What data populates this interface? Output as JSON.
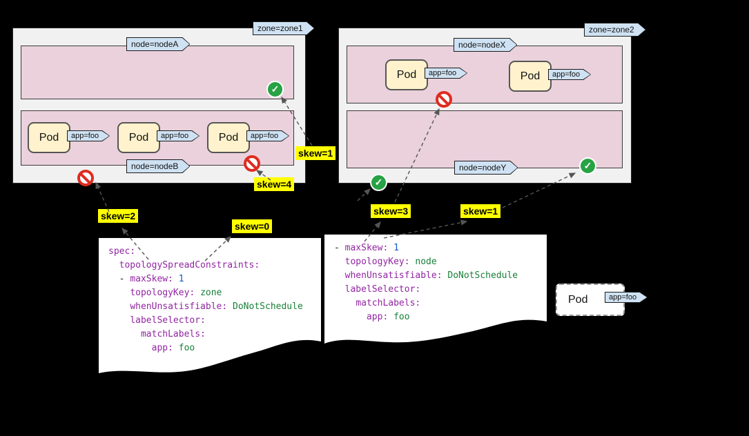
{
  "zones": [
    {
      "label": "zone=zone1"
    },
    {
      "label": "zone=zone2"
    }
  ],
  "node_labels": [
    "node=nodeA",
    "node=nodeB",
    "node=nodeX",
    "node=nodeY"
  ],
  "pod": {
    "label": "Pod",
    "tag": "app=foo"
  },
  "incoming_pod": {
    "label": "Pod",
    "tag": "app=foo"
  },
  "skew_labels": [
    "skew=1",
    "skew=4",
    "skew=2",
    "skew=0",
    "skew=3",
    "skew=1"
  ],
  "icons": {
    "allowed_glyph": "✓",
    "allowed_name": "check-circle",
    "forbidden_name": "no-entry"
  },
  "colors": {
    "background": "#000000",
    "zone_bg": "#f1f1f1",
    "node_bg": "#ead1dc",
    "pod_bg": "#fff2cc",
    "tag_bg": "#cfe2f3",
    "skew_bg": "#ffff00",
    "allowed_green": "#27a244",
    "forbidden_red": "#e02b20",
    "code_key": "#9125a1",
    "code_num": "#1155cc",
    "code_str": "#188038",
    "code_plain": "#1a1a1a"
  },
  "code_blocks": [
    {
      "lines": [
        [
          {
            "t": "spec:",
            "c": "key"
          }
        ],
        [
          {
            "t": "  ",
            "c": "plain"
          },
          {
            "t": "topologySpreadConstraints:",
            "c": "key"
          }
        ],
        [
          {
            "t": "  - ",
            "c": "plain"
          },
          {
            "t": "maxSkew:",
            "c": "key"
          },
          {
            "t": " ",
            "c": "plain"
          },
          {
            "t": "1",
            "c": "num"
          }
        ],
        [
          {
            "t": "    ",
            "c": "plain"
          },
          {
            "t": "topologyKey:",
            "c": "key"
          },
          {
            "t": " ",
            "c": "plain"
          },
          {
            "t": "zone",
            "c": "str"
          }
        ],
        [
          {
            "t": "    ",
            "c": "plain"
          },
          {
            "t": "whenUnsatisfiable:",
            "c": "key"
          },
          {
            "t": " ",
            "c": "plain"
          },
          {
            "t": "DoNotSchedule",
            "c": "str"
          }
        ],
        [
          {
            "t": "    ",
            "c": "plain"
          },
          {
            "t": "labelSelector:",
            "c": "key"
          }
        ],
        [
          {
            "t": "      ",
            "c": "plain"
          },
          {
            "t": "matchLabels:",
            "c": "key"
          }
        ],
        [
          {
            "t": "        ",
            "c": "plain"
          },
          {
            "t": "app:",
            "c": "key"
          },
          {
            "t": " ",
            "c": "plain"
          },
          {
            "t": "foo",
            "c": "str"
          }
        ]
      ]
    },
    {
      "lines": [
        [
          {
            "t": "- ",
            "c": "plain"
          },
          {
            "t": "maxSkew:",
            "c": "key"
          },
          {
            "t": " ",
            "c": "plain"
          },
          {
            "t": "1",
            "c": "num"
          }
        ],
        [
          {
            "t": "  ",
            "c": "plain"
          },
          {
            "t": "topologyKey:",
            "c": "key"
          },
          {
            "t": " ",
            "c": "plain"
          },
          {
            "t": "node",
            "c": "str"
          }
        ],
        [
          {
            "t": "  ",
            "c": "plain"
          },
          {
            "t": "whenUnsatisfiable:",
            "c": "key"
          },
          {
            "t": " ",
            "c": "plain"
          },
          {
            "t": "DoNotSchedule",
            "c": "str"
          }
        ],
        [
          {
            "t": "  ",
            "c": "plain"
          },
          {
            "t": "labelSelector:",
            "c": "key"
          }
        ],
        [
          {
            "t": "    ",
            "c": "plain"
          },
          {
            "t": "matchLabels:",
            "c": "key"
          }
        ],
        [
          {
            "t": "      ",
            "c": "plain"
          },
          {
            "t": "app:",
            "c": "key"
          },
          {
            "t": " ",
            "c": "plain"
          },
          {
            "t": "foo",
            "c": "str"
          }
        ]
      ]
    }
  ]
}
